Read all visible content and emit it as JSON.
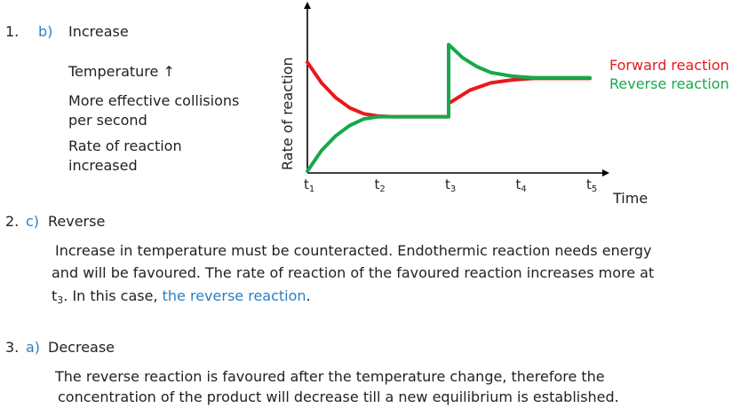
{
  "colors": {
    "forward": "#e8191c",
    "reverse": "#18a84b",
    "accent": "#2a7fc1",
    "axis": "#000000"
  },
  "q1": {
    "number": "1.",
    "letter": "b)",
    "answer": "Increase",
    "notes": [
      "Temperature ↑",
      "More effective collisions",
      "per second",
      "Rate of reaction",
      "increased"
    ]
  },
  "q2": {
    "number": "2.",
    "letter": "c)",
    "answer": "Reverse",
    "line1": "Increase in temperature must be counteracted. Endothermic reaction needs energy",
    "line2": "and will be favoured. The rate of reaction of the favoured reaction increases more at",
    "line3_t": "t",
    "line3_sub": "3",
    "line3_mid": ". In this case, ",
    "line3_link": "the reverse reaction",
    "line3_end": "."
  },
  "q3": {
    "number": "3.",
    "letter": "a)",
    "answer": "Decrease",
    "line1": "The reverse reaction is favoured after the temperature change, therefore the",
    "line2": "concentration of the product will decrease till a new equilibrium is established."
  },
  "chart_data": {
    "type": "line",
    "ylabel": "Rate of reaction",
    "xlabel": "Time",
    "ticks": [
      {
        "t": "t",
        "sub": "1",
        "x": 1
      },
      {
        "t": "t",
        "sub": "2",
        "x": 2
      },
      {
        "t": "t",
        "sub": "3",
        "x": 3
      },
      {
        "t": "t",
        "sub": "4",
        "x": 4
      },
      {
        "t": "t",
        "sub": "5",
        "x": 5
      }
    ],
    "xlim": [
      1,
      5.3
    ],
    "ylim": [
      0,
      1
    ],
    "series": [
      {
        "name": "Forward reaction",
        "color": "#e8191c",
        "points": [
          [
            1.0,
            0.74
          ],
          [
            1.2,
            0.6
          ],
          [
            1.4,
            0.5
          ],
          [
            1.6,
            0.43
          ],
          [
            1.8,
            0.39
          ],
          [
            2.0,
            0.375
          ],
          [
            2.2,
            0.37
          ],
          [
            3.0,
            0.37
          ],
          [
            3.0,
            0.46
          ],
          [
            3.3,
            0.55
          ],
          [
            3.6,
            0.6
          ],
          [
            3.9,
            0.62
          ],
          [
            4.2,
            0.63
          ],
          [
            5.0,
            0.63
          ]
        ]
      },
      {
        "name": "Reverse reaction",
        "color": "#18a84b",
        "points": [
          [
            1.0,
            0.0
          ],
          [
            1.2,
            0.14
          ],
          [
            1.4,
            0.24
          ],
          [
            1.6,
            0.31
          ],
          [
            1.8,
            0.355
          ],
          [
            2.0,
            0.37
          ],
          [
            3.0,
            0.37
          ],
          [
            3.0,
            0.86
          ],
          [
            3.2,
            0.77
          ],
          [
            3.4,
            0.71
          ],
          [
            3.6,
            0.67
          ],
          [
            3.9,
            0.645
          ],
          [
            4.2,
            0.635
          ],
          [
            5.0,
            0.635
          ]
        ]
      }
    ]
  }
}
